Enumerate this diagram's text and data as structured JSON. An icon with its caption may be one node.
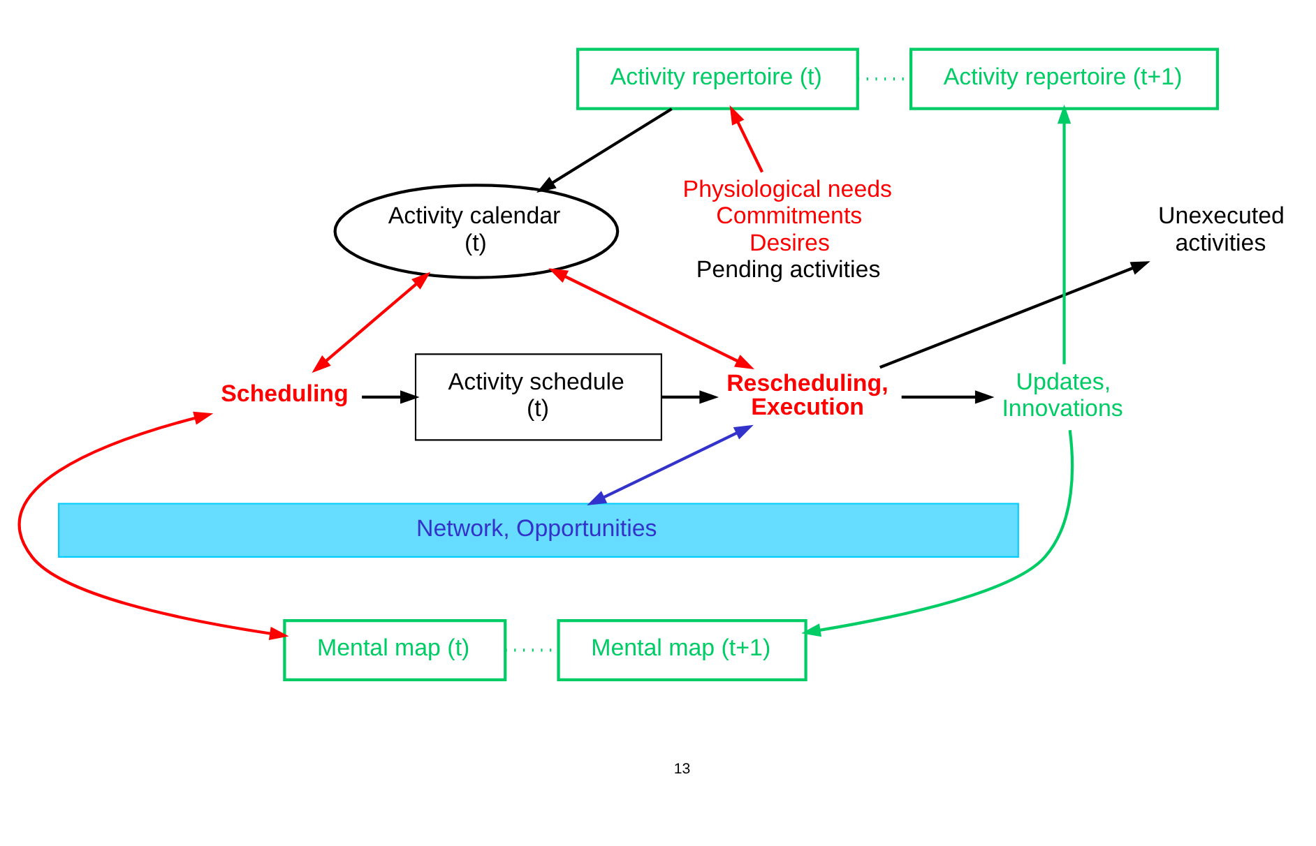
{
  "diagram": {
    "nodes": [
      {
        "text": [
          "Activity repertoire (t)"
        ]
      },
      {
        "text": [
          "Activity repertoire (t+1)"
        ]
      },
      {
        "text": [
          "Physiological needs",
          "Commitments",
          "Desires",
          "Pending activities"
        ]
      },
      {
        "text": [
          "Activity calendar (t)"
        ]
      },
      {
        "text": [
          "Unexecuted activities"
        ]
      },
      {
        "text": [
          "Scheduling"
        ]
      },
      {
        "text": [
          "Activity schedule (t)"
        ]
      },
      {
        "text": [
          "Rescheduling, Execution"
        ]
      },
      {
        "text": [
          "Updates, Innovations"
        ]
      },
      {
        "text": [
          "Network, Opportunities"
        ]
      },
      {
        "text": [
          "Mental map (t)"
        ]
      },
      {
        "text": [
          "Mental map (t+1)"
        ]
      }
    ],
    "edges": [
      {
        "from": 0,
        "to": 1,
        "arrow": "none",
        "style": "dashed",
        "color": "#00cc66"
      },
      {
        "from": 2,
        "to": 0,
        "arrow": "to",
        "color": "#ff0000"
      },
      {
        "from": 0,
        "to": 3,
        "arrow": "to"
      },
      {
        "from": 3,
        "to": 5,
        "arrow": "both",
        "color": "#ff0000"
      },
      {
        "from": 5,
        "to": 6,
        "arrow": "to"
      },
      {
        "from": 6,
        "to": 7,
        "arrow": "to"
      },
      {
        "from": 7,
        "to": 4,
        "arrow": "to"
      },
      {
        "from": 3,
        "to": 7,
        "arrow": "both",
        "color": "#ff0000"
      },
      {
        "from": 7,
        "to": 8,
        "arrow": "to"
      },
      {
        "from": 8,
        "to": 1,
        "arrow": "to",
        "color": "#00cc66"
      },
      {
        "from": 7,
        "to": 9,
        "arrow": "both",
        "color": "#3333cc"
      },
      {
        "from": 5,
        "to": 10,
        "arrow": "both",
        "color": "#ff0000"
      },
      {
        "from": 8,
        "to": 11,
        "arrow": "to",
        "color": "#00cc66"
      },
      {
        "from": 10,
        "to": 11,
        "arrow": "none",
        "style": "dashed",
        "color": "#00cc66"
      }
    ],
    "labels": [
      "13"
    ]
  }
}
